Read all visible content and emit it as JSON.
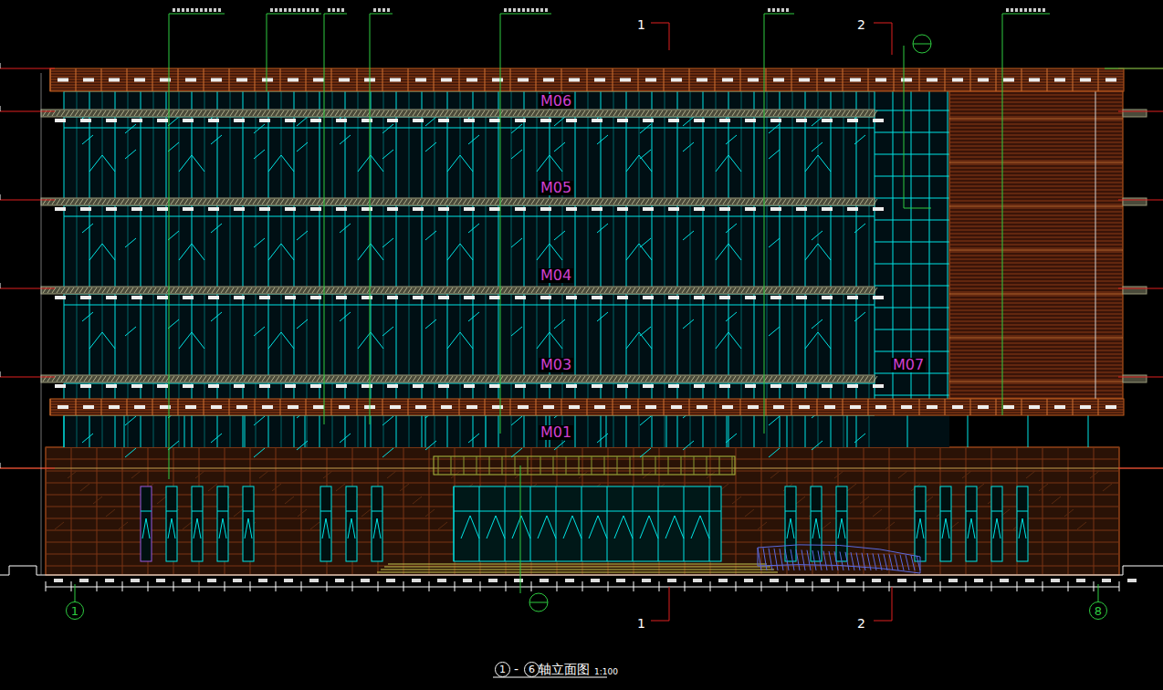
{
  "diagram": {
    "title": "轴立面图",
    "nodes": [
      {
        "text": [
          "1"
        ]
      },
      {
        "text": [
          "8"
        ]
      },
      {
        "text": [
          "1"
        ]
      },
      {
        "text": [
          "6"
        ]
      }
    ],
    "labels": [
      "M06",
      "M05",
      "M04",
      "M03",
      "M01",
      "M07",
      "1",
      "2",
      "1",
      "2",
      "-",
      "1:100"
    ]
  }
}
